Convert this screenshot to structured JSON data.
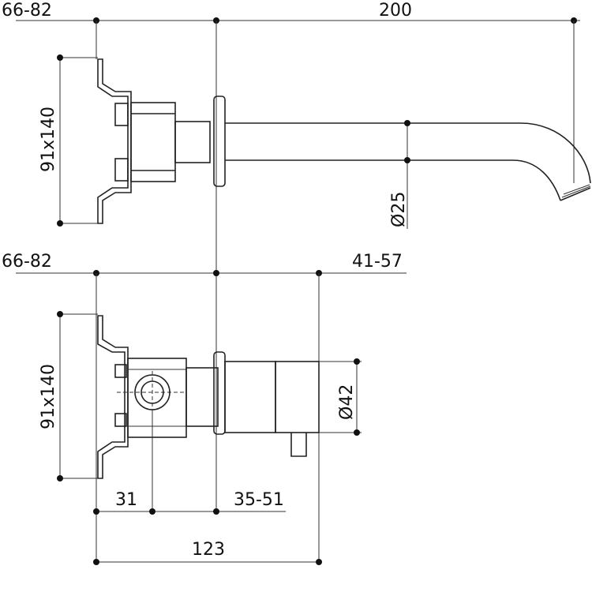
{
  "dimensions": {
    "spout_top_left_width": "66-82",
    "spout_length": "200",
    "spout_wall_plate": "91x140",
    "spout_diameter": "Ø25",
    "mixer_top_left_width": "66-82",
    "mixer_projection": "41-57",
    "mixer_wall_plate": "91x140",
    "mixer_diameter": "Ø42",
    "mixer_offset": "31",
    "mixer_depth_range": "35-51",
    "mixer_total": "123"
  },
  "colors": {
    "line": "#222222",
    "background": "#ffffff"
  }
}
